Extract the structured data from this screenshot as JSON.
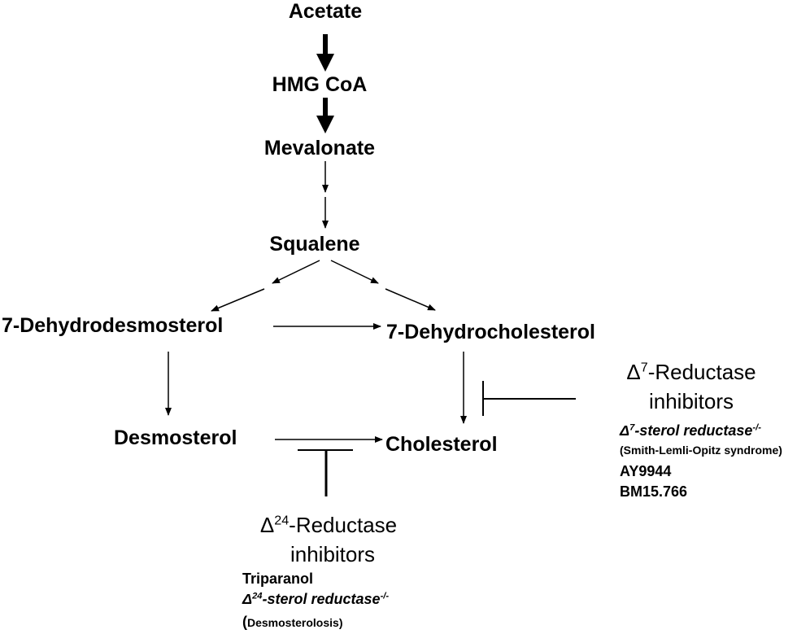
{
  "nodes": {
    "acetate": "Acetate",
    "hmg_coa": "HMG CoA",
    "mevalonate": "Mevalonate",
    "squalene": "Squalene",
    "dehydrodesmosterol": "7-Dehydrodesmosterol",
    "dehydrocholesterol": "7-Dehydrocholesterol",
    "desmosterol": "Desmosterol",
    "cholesterol": "Cholesterol"
  },
  "d7_block": {
    "delta": "Δ",
    "sup": "7",
    "title_rest": "-Reductase",
    "title_line2": "inhibitors",
    "item1_main": "Δ",
    "item1_sup_num": "7",
    "item1_rest": "-sterol reductase",
    "item1_sup": "-/-",
    "item1_note": "(Smith-Lemli-Opitz syndrome)",
    "item2": "AY9944",
    "item3": "BM15.766"
  },
  "d24_block": {
    "delta": "Δ",
    "sup": "24",
    "title_rest": "-Reductase",
    "title_line2": "inhibitors",
    "item1": "Triparanol",
    "item2_main": "Δ",
    "item2_sup_num": "24",
    "item2_rest": "-sterol reductase",
    "item2_sup": "-/-",
    "item3_paren": "(",
    "item3_note": "Desmosterolosis)"
  }
}
